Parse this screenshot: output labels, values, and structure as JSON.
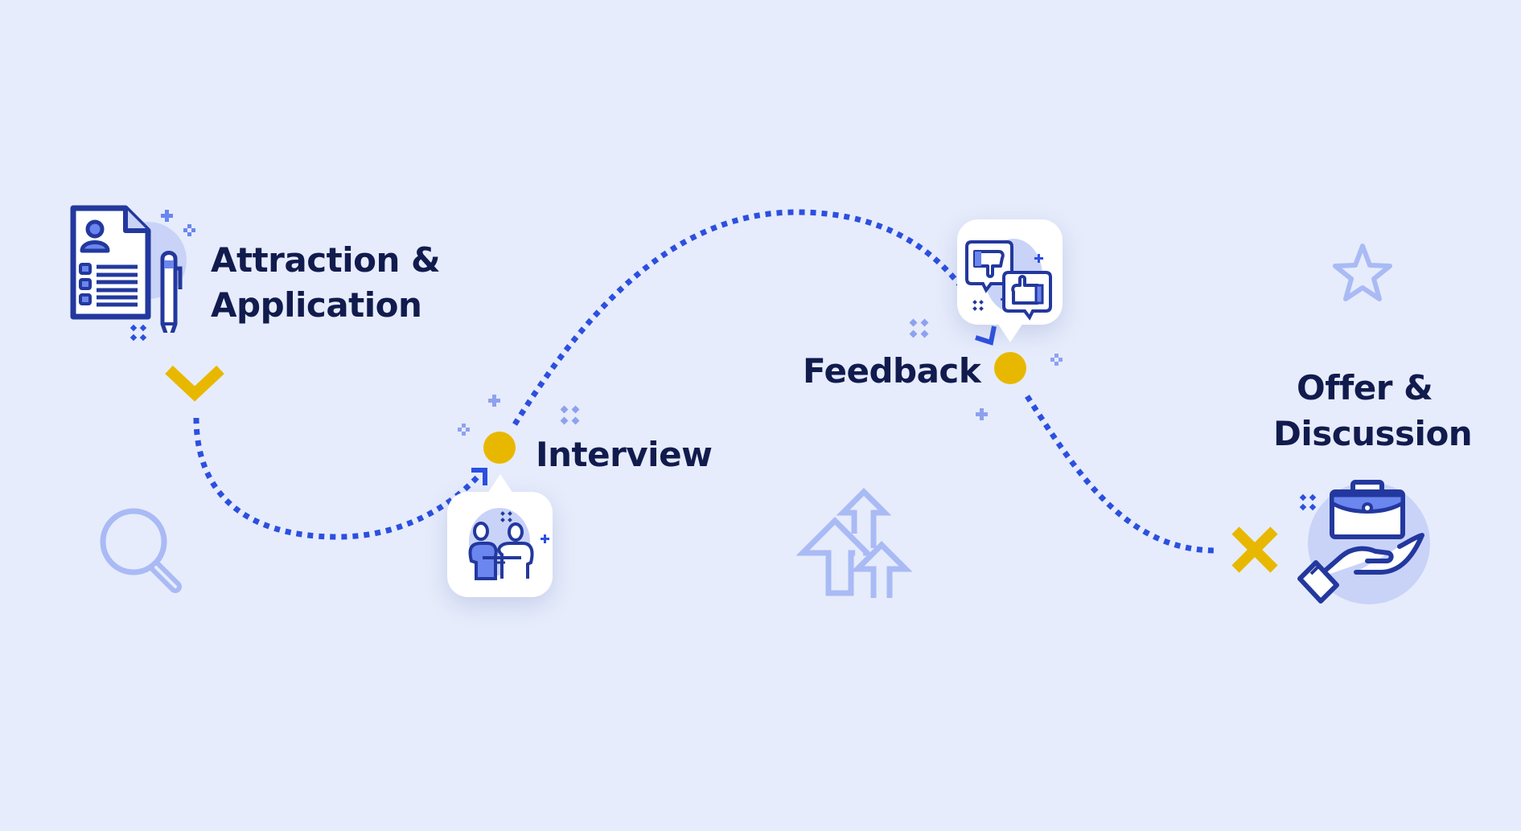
{
  "diagram": {
    "type": "hiring-process-journey",
    "colors": {
      "background": "#e6ecfb",
      "path": "#2c4fe0",
      "accent_yellow": "#e8b800",
      "text": "#111b4d",
      "icon_stroke": "#23389e",
      "icon_fill": "#6b86ee",
      "icon_soft": "#c9d3f8",
      "decor_light": "#a9baf5"
    },
    "stages": [
      {
        "id": "attraction",
        "line1": "Attraction &",
        "line2": "Application",
        "icon": "resume-document-icon",
        "marker": "chevron-down-icon"
      },
      {
        "id": "interview",
        "label": "Interview",
        "icon": "two-people-interview-icon",
        "marker": "yellow-dot"
      },
      {
        "id": "feedback",
        "label": "Feedback",
        "icon": "thumbs-up-down-chat-icon",
        "marker": "yellow-dot"
      },
      {
        "id": "offer",
        "line1": "Offer &",
        "line2": "Discussion",
        "icon": "briefcase-in-hand-icon",
        "marker": "x-mark-icon"
      }
    ],
    "decorations": [
      "magnifier-icon",
      "up-arrows-icon",
      "star-icon",
      "sparkle-icons"
    ]
  }
}
